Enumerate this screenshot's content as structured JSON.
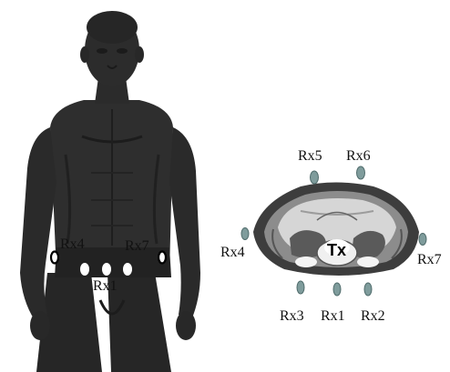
{
  "body_labels": {
    "rx4": "Rx4",
    "rx7": "Rx7",
    "rx1": "Rx1"
  },
  "cross_section_labels": {
    "rx5": "Rx5",
    "rx6": "Rx6",
    "rx4": "Rx4",
    "rx7": "Rx7",
    "rx3": "Rx3",
    "rx1": "Rx1",
    "rx2": "Rx2",
    "tx": "Tx"
  },
  "colors": {
    "body": "#2b2b2b",
    "body_shadow": "#1a1a1a",
    "sensor_white": "#ffffff",
    "sensor_teal": "#7f9c9c",
    "cross_outer": "#3b3b3b",
    "cross_mid": "#8a8a8a",
    "cross_light": "#d4d4d4"
  }
}
